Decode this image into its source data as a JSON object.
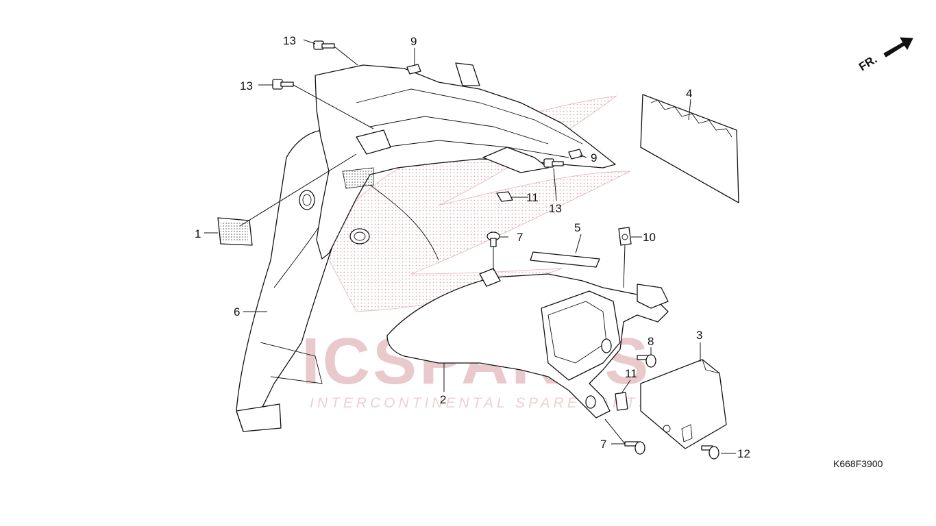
{
  "diagram": {
    "diagram_code": "K668F3900",
    "direction_label": "FR.",
    "watermark": {
      "brand": "ICSPARTS",
      "tagline": "INTERCONTINENTAL SPARE PARTS"
    },
    "callouts": {
      "c1": "1",
      "c2": "2",
      "c3": "3",
      "c4": "4",
      "c5": "5",
      "c6": "6",
      "c7a": "7",
      "c7b": "7",
      "c8": "8",
      "c9a": "9",
      "c9b": "9",
      "c10": "10",
      "c11a": "11",
      "c11b": "11",
      "c12": "12",
      "c13a": "13",
      "c13b": "13",
      "c13c": "13"
    }
  }
}
